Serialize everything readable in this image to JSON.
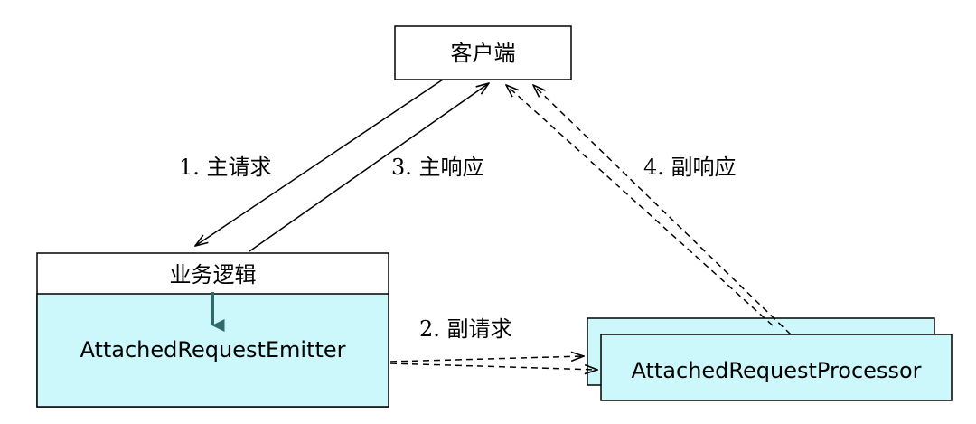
{
  "nodes": {
    "client": {
      "label": "客户端"
    },
    "business": {
      "header": "业务逻辑",
      "body": "AttachedRequestEmitter"
    },
    "processor": {
      "label": "AttachedRequestProcessor"
    }
  },
  "edges": {
    "main_request": {
      "label": "1. 主请求"
    },
    "attached_request": {
      "label": "2. 副请求"
    },
    "main_response": {
      "label": "3. 主响应"
    },
    "attached_response": {
      "label": "4. 副响应"
    }
  },
  "colors": {
    "emitter_fill": "#ccf7fb",
    "processor_fill": "#ccf7fb",
    "inner_arrow": "#2e6b6b",
    "stroke": "#000000"
  }
}
